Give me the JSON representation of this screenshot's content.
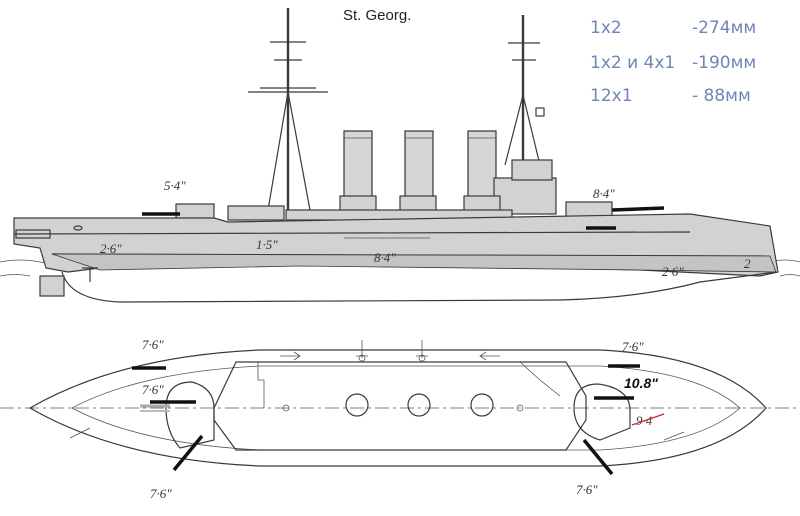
{
  "title": "St. Georg.",
  "armament": [
    {
      "left": "1x2",
      "right": "-274мм"
    },
    {
      "left": "1x2 и 4x1",
      "right": "-190мм"
    },
    {
      "left": "12x1",
      "right": "- 88мм"
    }
  ],
  "profile_labels": {
    "fore_casemate": "5·4\"",
    "aft_casemate": "8·4\"",
    "bow_belt": "2·6\"",
    "upper_belt": "1·5\"",
    "main_belt": "8·4\"",
    "stern_belt": "2·6\"",
    "stern_end": "2"
  },
  "plan_labels": {
    "top_left": "7·6\"",
    "top_right": "7·6\"",
    "mid_left": "7·6\"",
    "main_gun": "10.8\"",
    "struck": "9·4",
    "bottom_left": "7·6\"",
    "bottom_right": "7·6\""
  },
  "colors": {
    "armament_text": "#6f86b5",
    "struck_mark": "#cc2222"
  }
}
